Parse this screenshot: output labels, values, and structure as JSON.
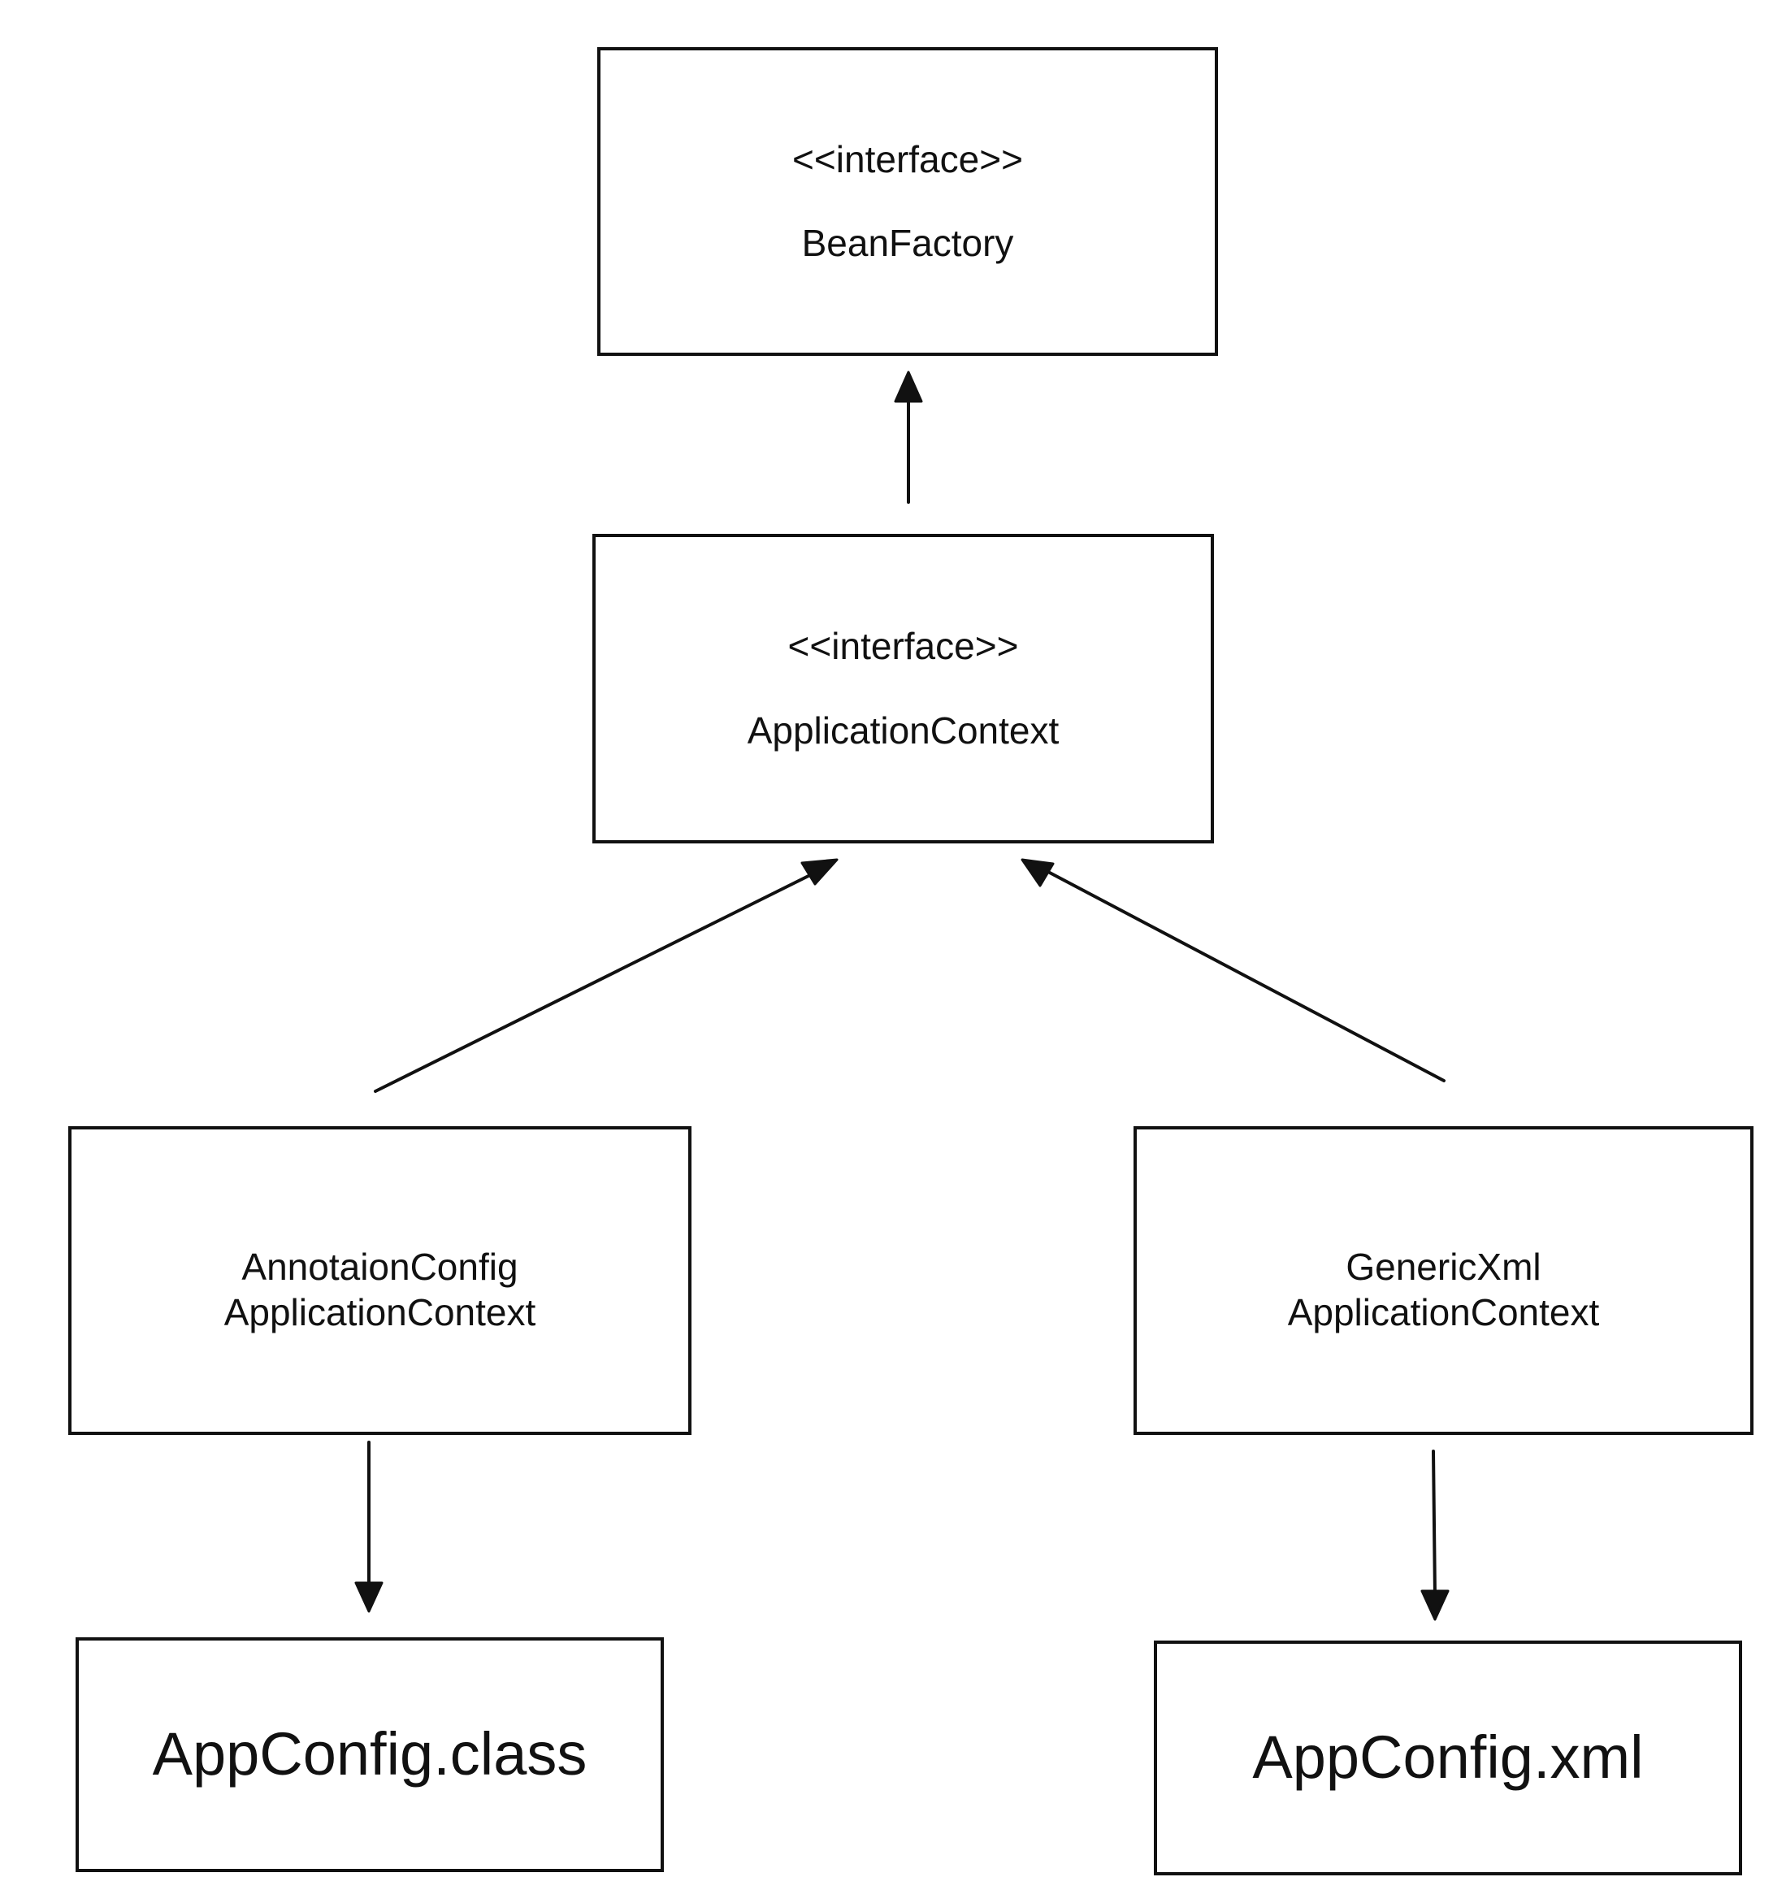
{
  "diagram": {
    "nodes": {
      "bean_factory": {
        "stereotype": "<<interface>>",
        "name": "BeanFactory"
      },
      "application_context": {
        "stereotype": "<<interface>>",
        "name": "ApplicationContext"
      },
      "annotation_config": {
        "line1": "AnnotaionConfig",
        "line2": "ApplicationContext"
      },
      "generic_xml": {
        "line1": "GenericXml",
        "line2": "ApplicationContext"
      },
      "appconfig_class": {
        "name": "AppConfig.class"
      },
      "appconfig_xml": {
        "name": "AppConfig.xml"
      }
    },
    "edges": [
      {
        "from": "application_context",
        "to": "bean_factory",
        "kind": "inheritance"
      },
      {
        "from": "annotation_config",
        "to": "application_context",
        "kind": "inheritance"
      },
      {
        "from": "generic_xml",
        "to": "application_context",
        "kind": "inheritance"
      },
      {
        "from": "annotation_config",
        "to": "appconfig_class",
        "kind": "dependency"
      },
      {
        "from": "generic_xml",
        "to": "appconfig_xml",
        "kind": "dependency"
      }
    ],
    "colors": {
      "stroke": "#111111",
      "background": "#ffffff"
    }
  }
}
